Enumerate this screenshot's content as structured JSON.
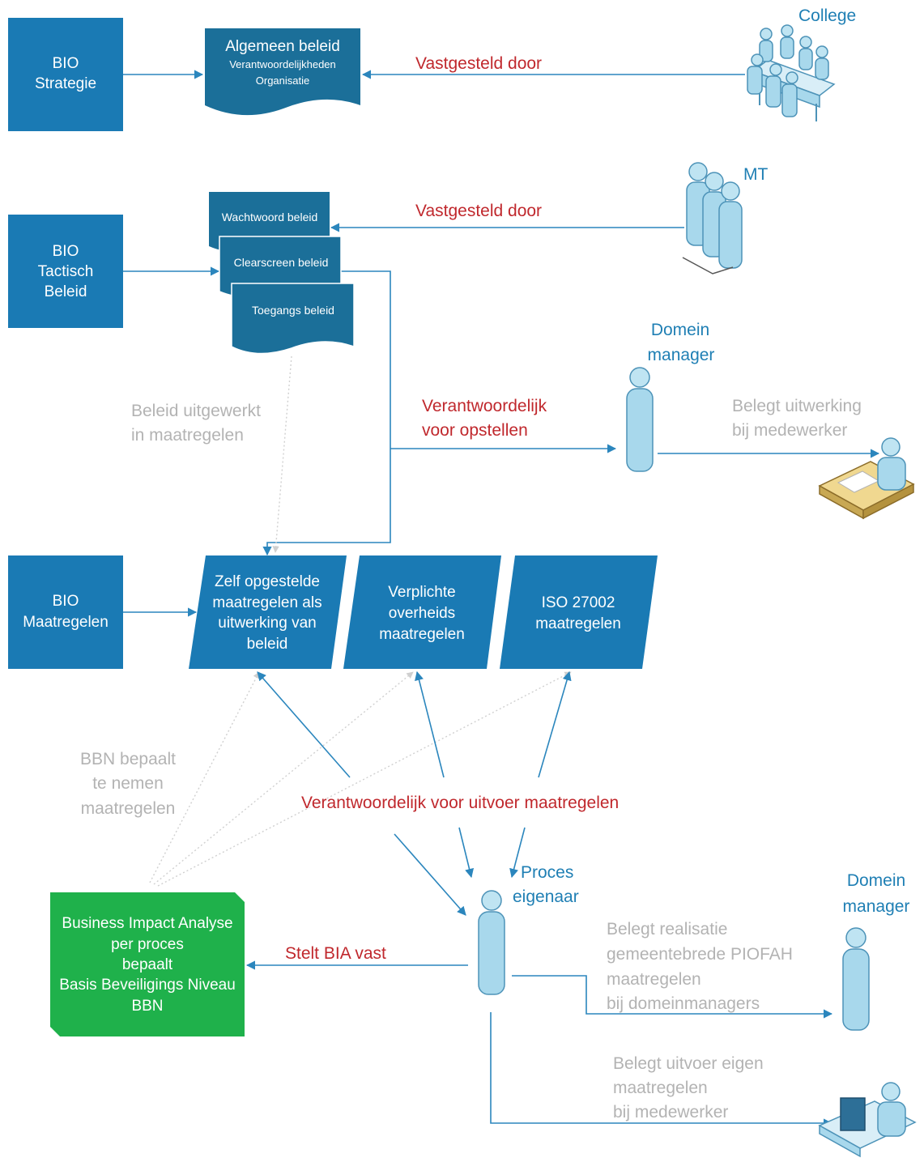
{
  "colors": {
    "box_blue": "#1a7ab4",
    "doc_blue": "#1b6f99",
    "bia_green": "#1fb14b",
    "arrow_blue": "#2b86bd",
    "label_red": "#c0282d",
    "label_blue": "#1f7fb4",
    "label_grey": "#b3b3b3",
    "dotted_grey": "#d0d0d0"
  },
  "boxes": {
    "strategie": [
      "BIO",
      "Strategie"
    ],
    "tactisch": [
      "BIO",
      "Tactisch",
      "Beleid"
    ],
    "maatregelen": [
      "BIO",
      "Maatregelen"
    ]
  },
  "documents": {
    "algemeen": {
      "title": "Algemeen beleid",
      "lines": [
        "Verantwoordelijkheden",
        "Organisatie"
      ]
    },
    "wachtwoord": "Wachtwoord beleid",
    "clearscreen": "Clearscreen beleid",
    "toegangs": "Toegangs beleid"
  },
  "measures": {
    "zelf": [
      "Zelf opgestelde",
      "maatregelen als",
      "uitwerking van",
      "beleid"
    ],
    "verplicht": [
      "Verplichte",
      "overheids",
      "maatregelen"
    ],
    "iso": [
      "ISO 27002",
      "maatregelen"
    ]
  },
  "bia": [
    "Business Impact Analyse",
    "per proces",
    "bepaalt",
    "Basis Beveiligings Niveau",
    "BBN"
  ],
  "actors": {
    "college": "College",
    "mt": "MT",
    "domein_manager_top": [
      "Domein",
      "manager"
    ],
    "proces_eigenaar": [
      "Proces",
      "eigenaar"
    ],
    "domein_manager_bottom": [
      "Domein",
      "manager"
    ]
  },
  "labels": {
    "vastgesteld_college": "Vastgesteld door",
    "vastgesteld_mt": "Vastgesteld door",
    "verantwoordelijk_opstellen": [
      "Verantwoordelijk",
      "voor opstellen"
    ],
    "beleid_uitgewerkt": [
      "Beleid uitgewerkt",
      "in maatregelen"
    ],
    "belegt_uitwerking": [
      "Belegt uitwerking",
      "bij medewerker"
    ],
    "bbn_bepaalt": [
      "BBN bepaalt",
      "te nemen",
      "maatregelen"
    ],
    "verantwoordelijk_uitvoer": "Verantwoordelijk voor uitvoer maatregelen",
    "stelt_bia": "Stelt BIA vast",
    "belegt_realisatie": [
      "Belegt realisatie",
      "gemeentebrede PIOFAH",
      "maatregelen",
      "bij domeinmanagers"
    ],
    "belegt_uitvoer": [
      "Belegt uitvoer eigen",
      "maatregelen",
      "bij medewerker"
    ]
  }
}
